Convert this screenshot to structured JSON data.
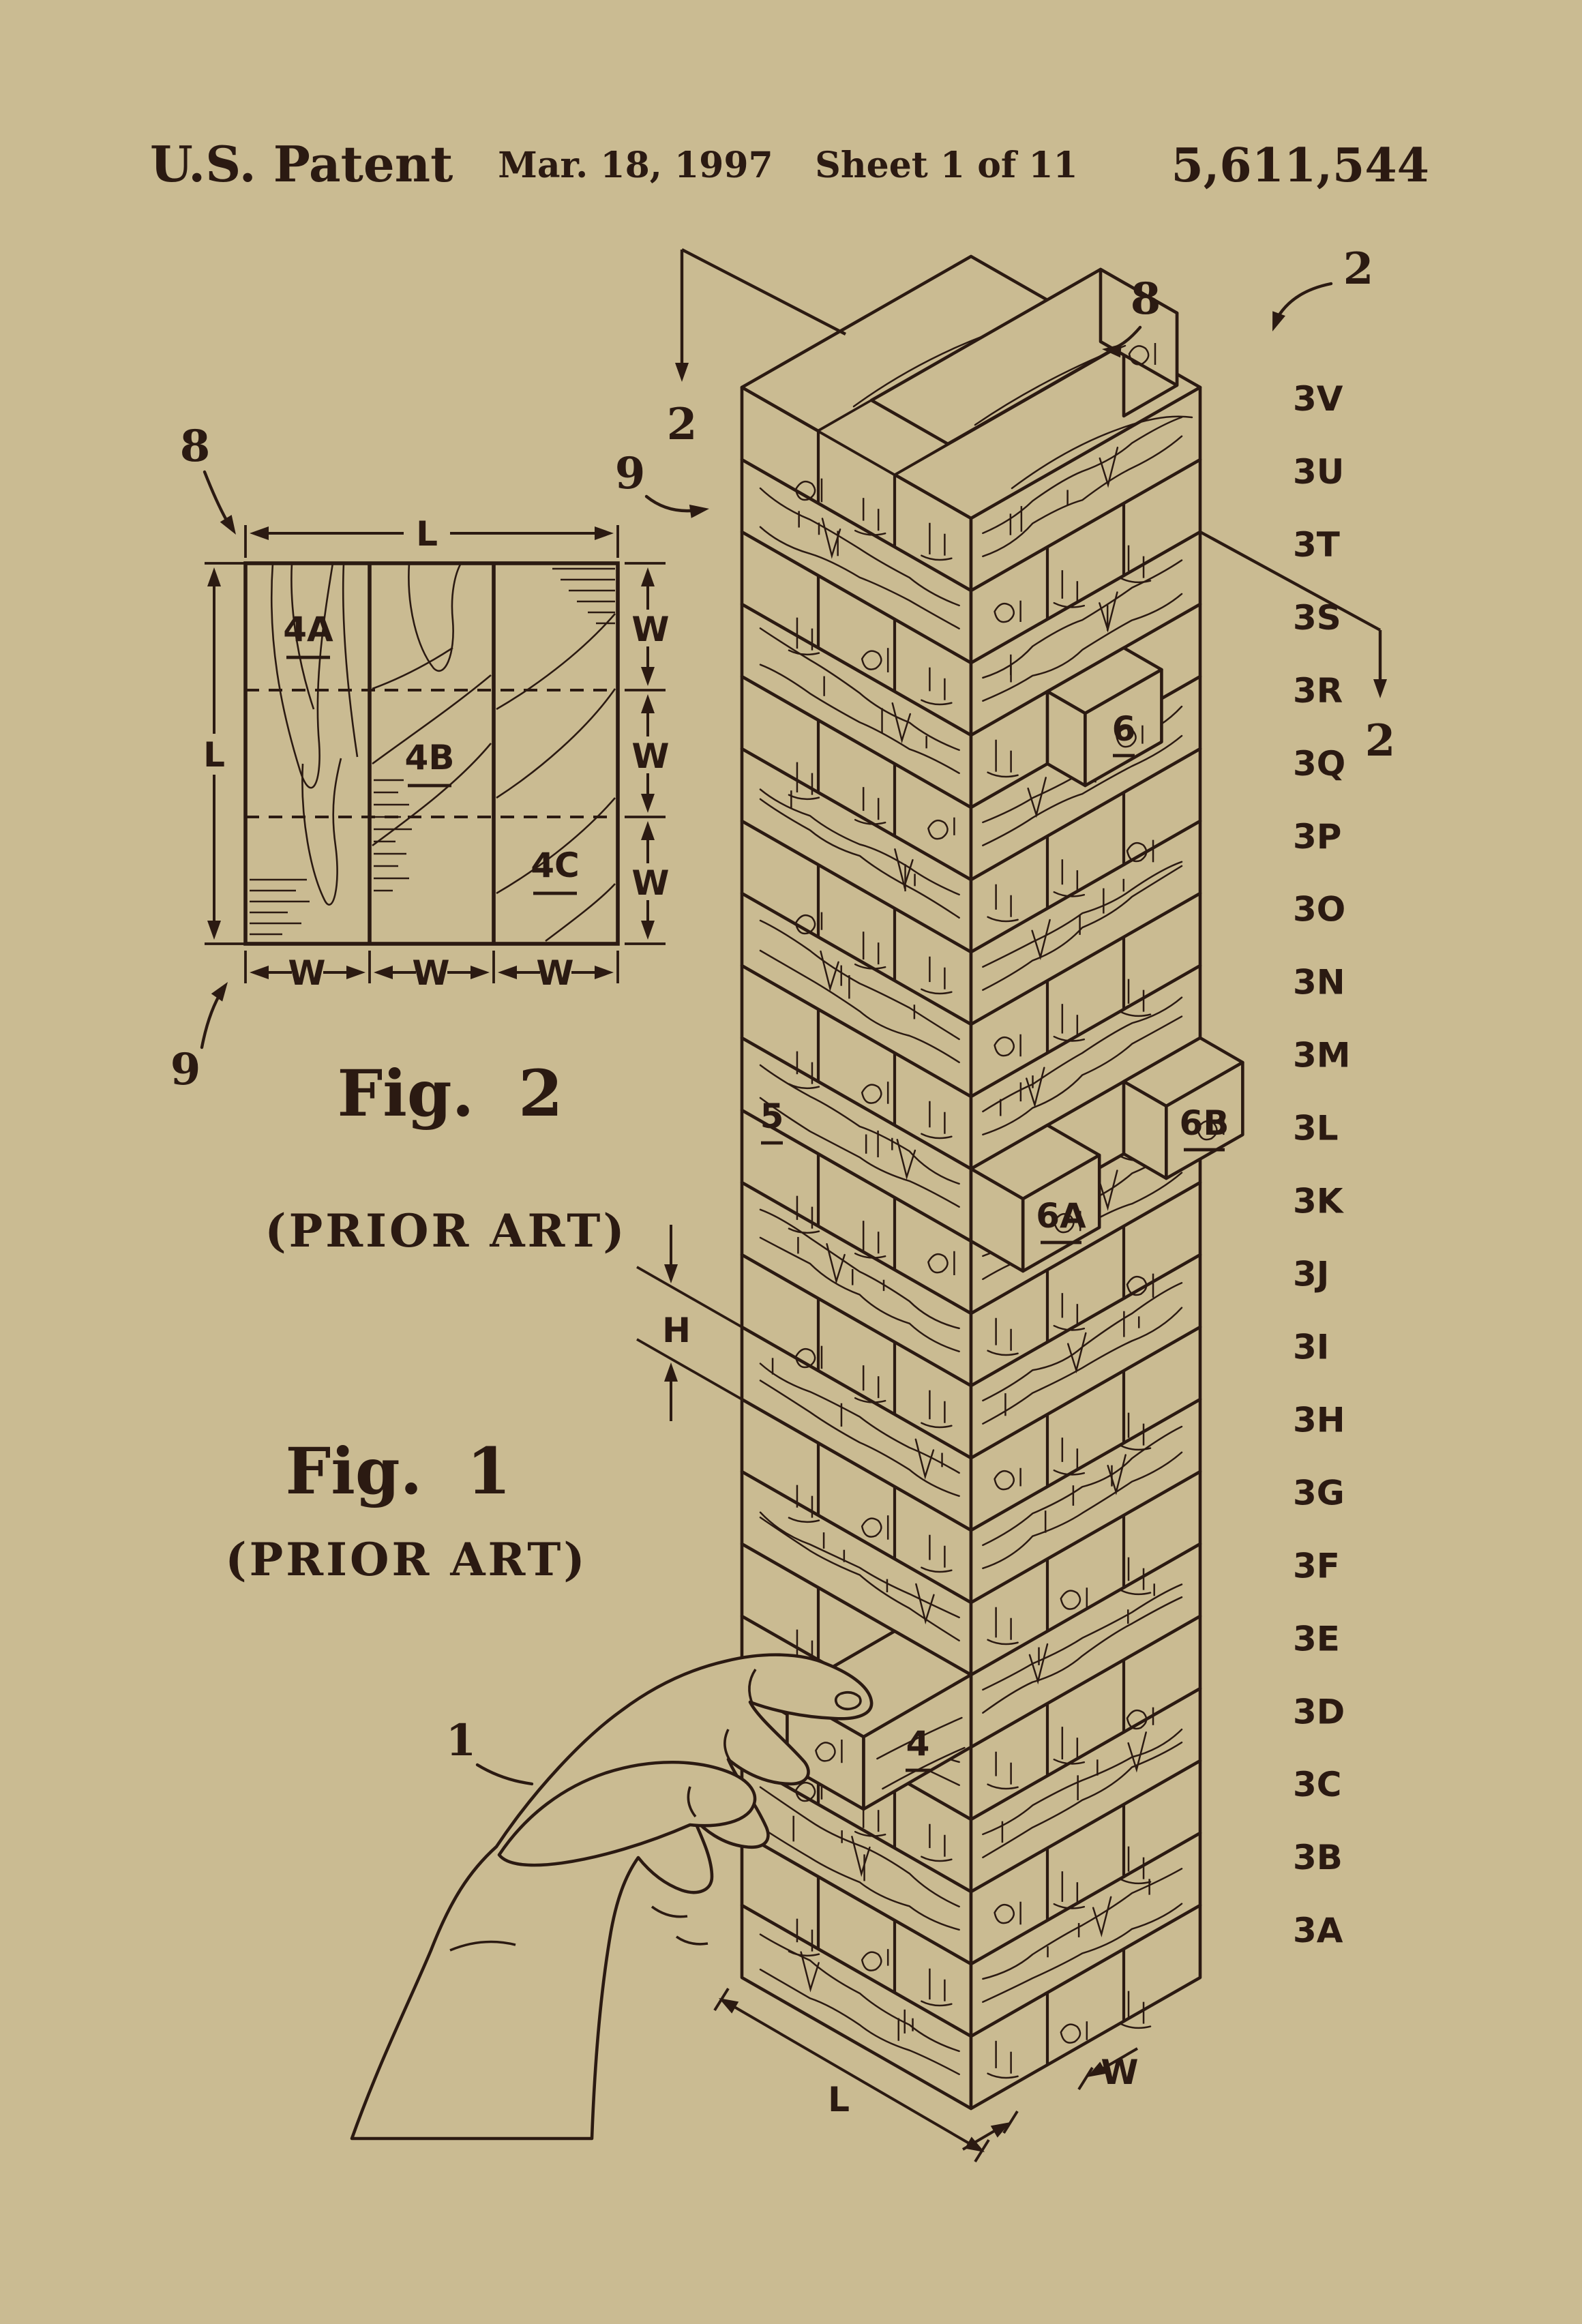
{
  "header": {
    "title": "U.S. Patent",
    "date": "Mar. 18, 1997",
    "sheet": "Sheet 1 of 11",
    "patent_number": "5,611,544"
  },
  "fig2": {
    "caption": "Fig. 2",
    "caption_sub": "(PRIOR ART)",
    "block_labels": [
      "4A",
      "4B",
      "4C"
    ],
    "dims": {
      "length": "L",
      "width": "W"
    },
    "ref_labels": {
      "top_surface": "8",
      "side_surface": "9"
    }
  },
  "fig1": {
    "caption": "Fig. 1",
    "caption_sub": "(PRIOR ART)",
    "layer_labels": [
      "3V",
      "3U",
      "3T",
      "3S",
      "3R",
      "3Q",
      "3P",
      "3O",
      "3N",
      "3M",
      "3L",
      "3K",
      "3J",
      "3I",
      "3H",
      "3G",
      "3F",
      "3E",
      "3D",
      "3C",
      "3B",
      "3A"
    ],
    "labels": {
      "hand": "1",
      "section": "2",
      "top_block": "8",
      "side_surface": "9",
      "pulled_block": "4",
      "block_5": "5",
      "block_6": "6",
      "block_6a": "6A",
      "block_6b": "6B"
    },
    "dims": {
      "height": "H",
      "length": "L",
      "width": "W"
    }
  },
  "colors": {
    "paper": "#cabb92",
    "ink": "#2b1a12"
  }
}
